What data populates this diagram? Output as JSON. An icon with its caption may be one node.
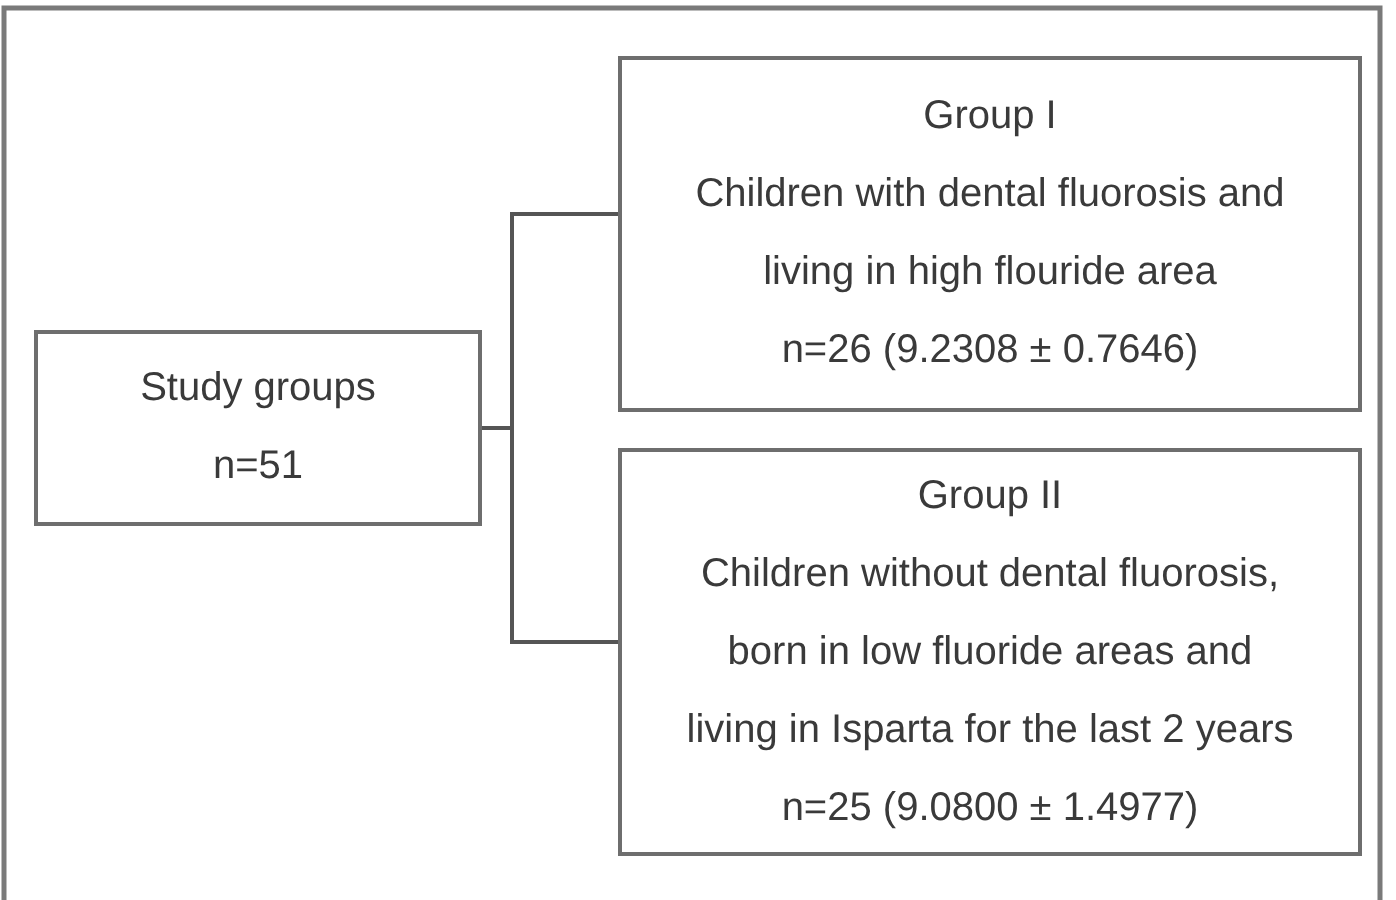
{
  "diagram": {
    "nodes": [
      {
        "text": [
          "Study groups",
          "n=51"
        ]
      },
      {
        "text": [
          "Group I",
          "Children with dental fluorosis and living in high flouride area",
          "n=26 (9.2308 ± 0.7646)"
        ]
      },
      {
        "text": [
          "Group II",
          "Children without dental fluorosis, born in low fluoride areas and living in Isparta for the last 2 years",
          "n=25 (9.0800 ± 1.4977)"
        ]
      }
    ],
    "edges": [
      {
        "from": 0,
        "to": 1,
        "arrow": "none"
      },
      {
        "from": 0,
        "to": 2,
        "arrow": "none"
      }
    ]
  }
}
